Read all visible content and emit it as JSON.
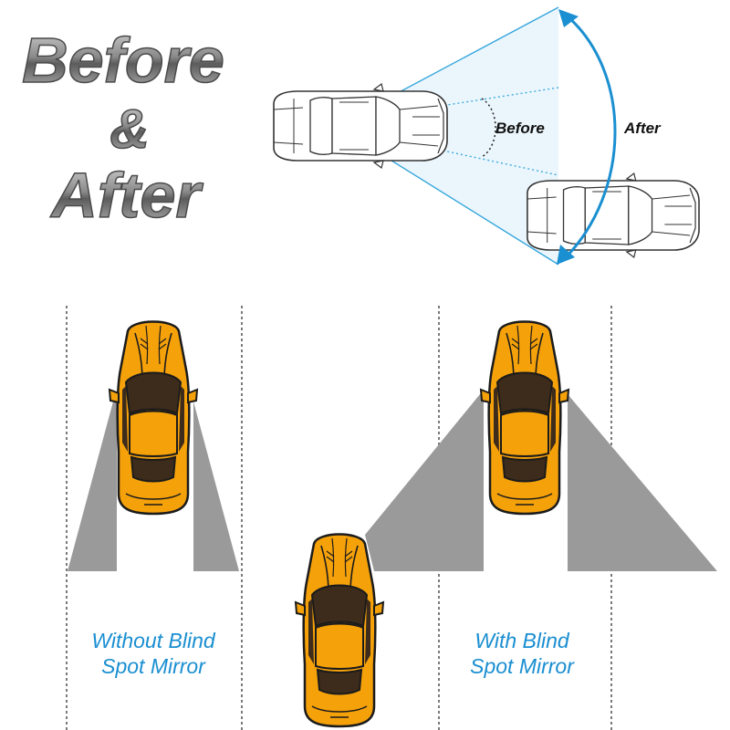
{
  "heading": {
    "line1": "Before",
    "line2": "&",
    "line3": "After"
  },
  "view_diagram": {
    "before_label": "Before",
    "after_label": "After"
  },
  "captions": {
    "without": {
      "line1": "Without Blind",
      "line2": "Spot Mirror"
    },
    "with": {
      "line1": "With Blind",
      "line2": "Spot Mirror"
    }
  },
  "colors": {
    "car_body": "#f5a10a",
    "car_glass": "#3d2b1b",
    "view_cone": "#9a9a9a",
    "arc_blue": "#1a8fd1",
    "caption_blue": "#1a8fd1",
    "heading_gray": "#7a7a7a"
  }
}
